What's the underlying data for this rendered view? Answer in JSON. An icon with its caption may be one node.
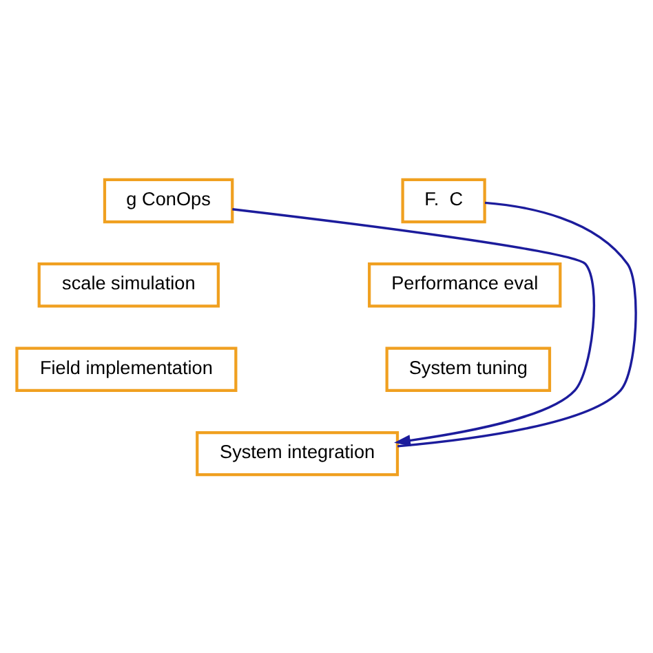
{
  "diagram": {
    "nodes": [
      {
        "text": [
          "g ConOps"
        ]
      },
      {
        "text": [
          "F.  C"
        ]
      },
      {
        "text": [
          "scale simulation"
        ]
      },
      {
        "text": [
          "Performance eval"
        ]
      },
      {
        "text": [
          "Field implementation"
        ]
      },
      {
        "text": [
          "System tuning"
        ]
      },
      {
        "text": [
          "System integration"
        ]
      }
    ],
    "edges": [
      {
        "from": 0,
        "to": 6,
        "arrow": "to"
      },
      {
        "from": 6,
        "to": 1,
        "arrow": "none"
      }
    ]
  }
}
